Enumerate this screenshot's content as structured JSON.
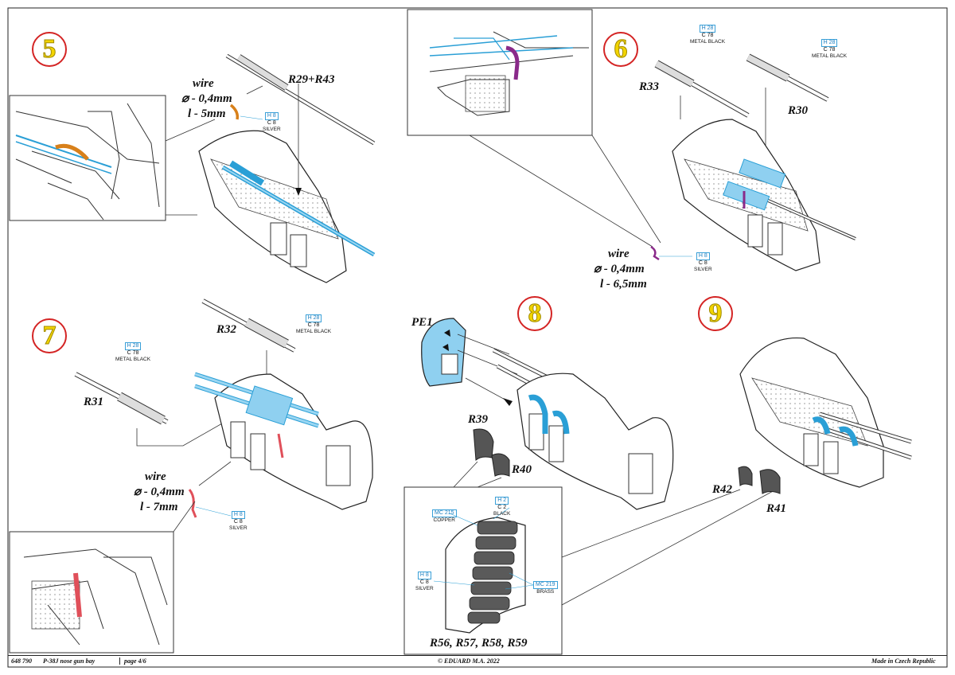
{
  "steps": {
    "s5": "5",
    "s6": "6",
    "s7": "7",
    "s8": "8",
    "s9": "9"
  },
  "parts": {
    "r29_r43": "R29+R43",
    "r33": "R33",
    "r30": "R30",
    "r32": "R32",
    "r31": "R31",
    "pe1": "PE1",
    "r39": "R39",
    "r40": "R40",
    "r42": "R42",
    "r41": "R41",
    "r56_59": "R56, R57, R58, R59"
  },
  "wires": {
    "w5": {
      "title": "wire",
      "dia": "⌀ - 0,4mm",
      "len": "l - 5mm"
    },
    "w6": {
      "title": "wire",
      "dia": "⌀ - 0,4mm",
      "len": "l - 6,5mm"
    },
    "w7": {
      "title": "wire",
      "dia": "⌀ - 0,4mm",
      "len": "l - 7mm"
    }
  },
  "paints": {
    "p5": {
      "h": "H 8",
      "c": "C 8",
      "name": "SILVER"
    },
    "p6a": {
      "h": "H 28",
      "c": "C 78",
      "name": "METAL BLACK"
    },
    "p6b": {
      "h": "H 28",
      "c": "C 78",
      "name": "METAL BLACK"
    },
    "p6w": {
      "h": "H 8",
      "c": "C 8",
      "name": "SILVER"
    },
    "p7a": {
      "h": "H 28",
      "c": "C 78",
      "name": "METAL BLACK"
    },
    "p7b": {
      "h": "H 28",
      "c": "C 78",
      "name": "METAL BLACK"
    },
    "p7w": {
      "h": "H 8",
      "c": "C 8",
      "name": "SILVER"
    },
    "copper": {
      "h": "MC 215",
      "name": "COPPER"
    },
    "black": {
      "h": "H 2",
      "c": "C 2",
      "name": "BLACK"
    },
    "silver": {
      "h": "H 8",
      "c": "C 8",
      "name": "SILVER"
    },
    "brass": {
      "h": "MC 219",
      "name": "BRASS"
    }
  },
  "footer": {
    "code": "648 790",
    "title": "P-38J nose gun bay",
    "page": "page 4/6",
    "copyright": "© EDUARD  M.A. 2022",
    "made": "Made in Czech Republic"
  },
  "colors": {
    "highlight": "#8fd0f0",
    "outline": "#2a9fd6",
    "wire5": "#d8801a",
    "wire6": "#8a2a8a",
    "wire7": "#e0505a",
    "step_ring": "#d42424",
    "step_fill": "#f2d400"
  }
}
